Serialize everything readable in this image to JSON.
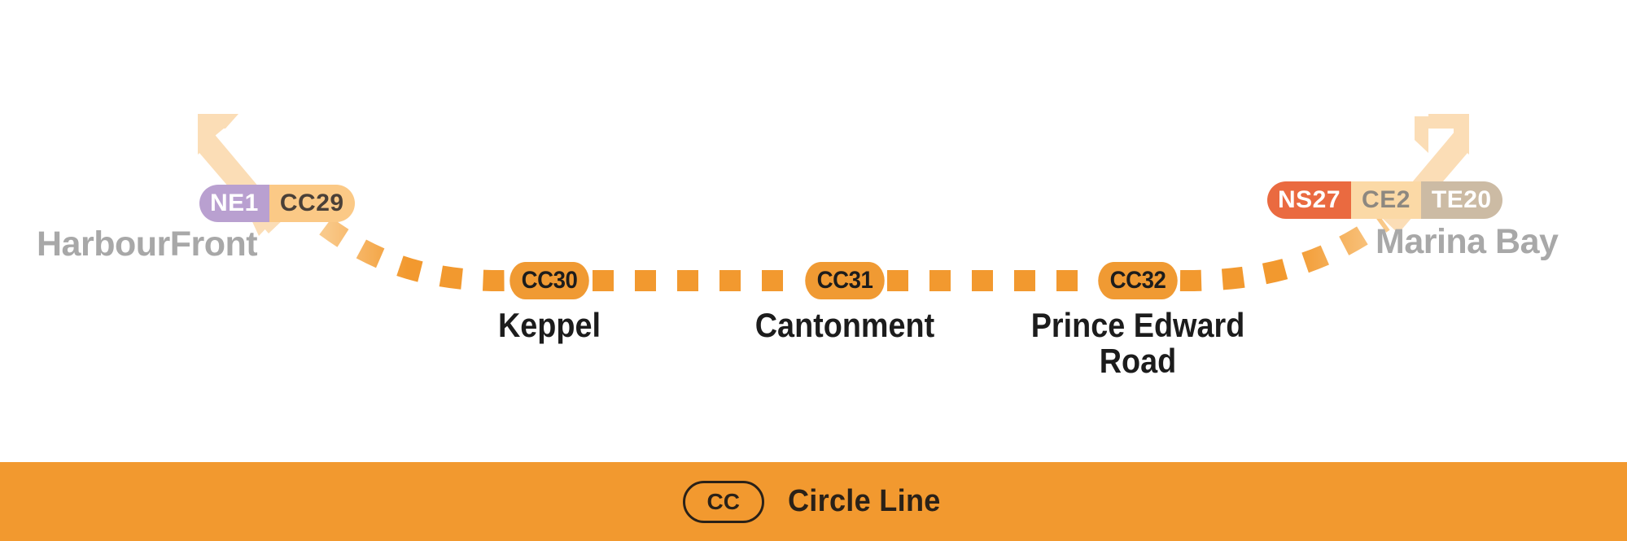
{
  "line": {
    "code": "CC",
    "name": "Circle Line",
    "color": "#f2992f",
    "bar_background": "#f2992f",
    "bar_text_color": "#2a2118"
  },
  "legend": {
    "code_label": "CC",
    "line_label": "Circle Line"
  },
  "terminals": {
    "left": {
      "name": "HarbourFront",
      "name_color": "#a8a8a8",
      "continues_icon": "arrow-up-left-icon",
      "codes": [
        {
          "code": "NE1",
          "bg": "#b9a0d0",
          "fg": "#ffffff"
        },
        {
          "code": "CC29",
          "bg": "#fbc986",
          "fg": "#4a4038"
        }
      ]
    },
    "right": {
      "name": "Marina Bay",
      "name_color": "#a8a8a8",
      "continues_icon": "arrow-up-right-icon",
      "codes": [
        {
          "code": "NS27",
          "bg": "#ea6a40",
          "fg": "#ffffff"
        },
        {
          "code": "CE2",
          "bg": "#fbd9a6",
          "fg": "#8d8880"
        },
        {
          "code": "TE20",
          "bg": "#ccbba4",
          "fg": "#ffffff"
        }
      ]
    }
  },
  "stations": [
    {
      "code": "CC30",
      "name": "Keppel",
      "badge_bg": "#f09a33",
      "badge_fg": "#1c1c1c"
    },
    {
      "code": "CC31",
      "name": "Cantonment",
      "badge_bg": "#f09a33",
      "badge_fg": "#1c1c1c"
    },
    {
      "code": "CC32",
      "name": "Prince Edward\nRoad",
      "badge_bg": "#f09a33",
      "badge_fg": "#1c1c1c"
    }
  ],
  "route": {
    "style": "dashed-square",
    "dash_color_strong": "#f2992f",
    "dash_color_fade": "#f9c98a",
    "direction": "left-to-right arc dipping in the middle"
  }
}
